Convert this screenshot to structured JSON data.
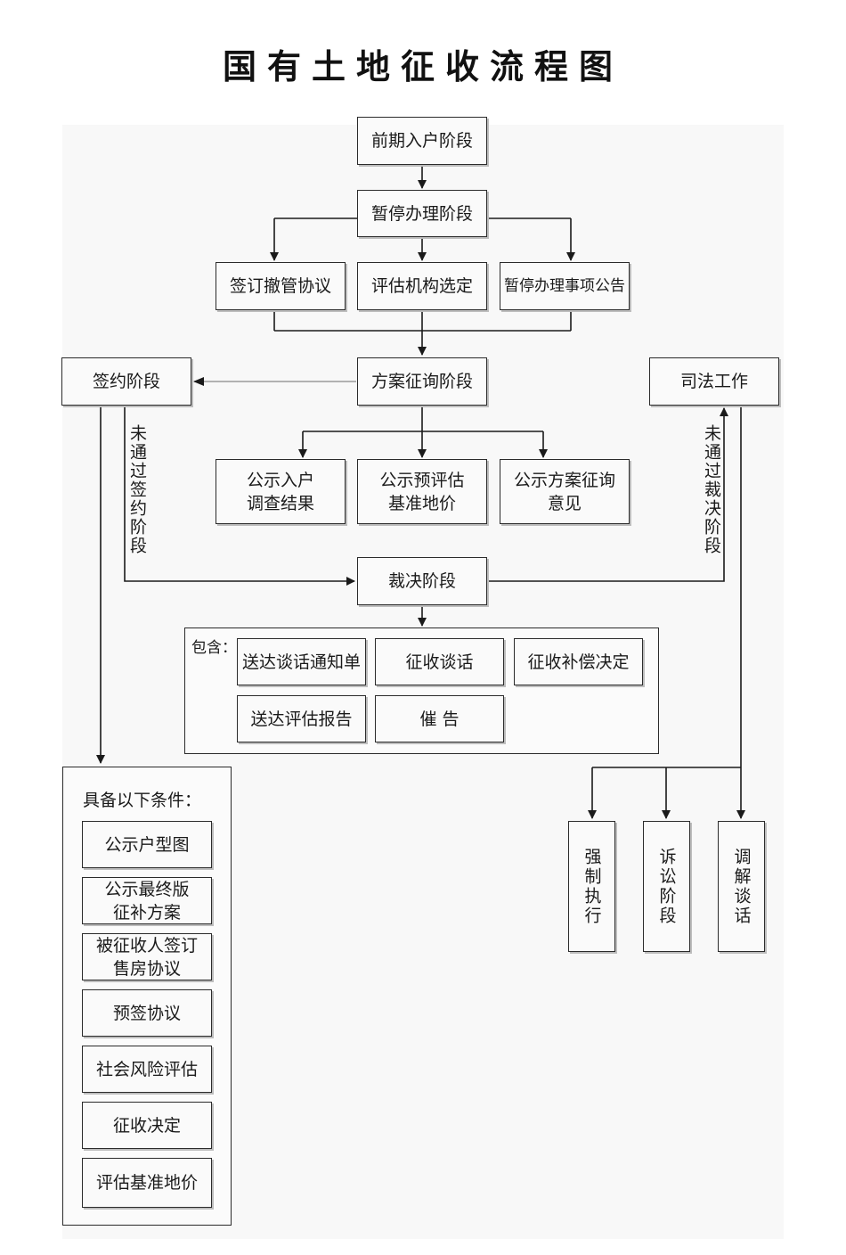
{
  "title": "国有土地征收流程图",
  "nodes": {
    "pre_entry": "前期入户阶段",
    "suspend": "暂停办理阶段",
    "sign_withdraw": "签订撤管协议",
    "select_agency": "评估机构选定",
    "suspend_notice": "暂停办理事项公告",
    "plan_consult": "方案征询阶段",
    "sign_stage": "签约阶段",
    "judicial": "司法工作",
    "pub_survey": "公示入户\n调查结果",
    "pub_preeval": "公示预评估\n基准地价",
    "pub_plan_opinion": "公示方案征询\n意见",
    "ruling": "裁决阶段",
    "enforce": "强制执行",
    "litigation": "诉讼阶段",
    "mediation": "调解谈话"
  },
  "labels": {
    "not_signed": "未通过签约阶段",
    "not_ruled": "未通过裁决阶段"
  },
  "ruling_group": {
    "label": "包含：",
    "items": [
      "送达谈话通知单",
      "征收谈话",
      "征收补偿决定",
      "送达评估报告",
      "催  告"
    ]
  },
  "conditions": {
    "label": "具备以下条件：",
    "items": [
      "公示户型图",
      "公示最终版\n征补方案",
      "被征收人签订\n售房协议",
      "预签协议",
      "社会风险评估",
      "征收决定",
      "评估基准地价"
    ]
  }
}
